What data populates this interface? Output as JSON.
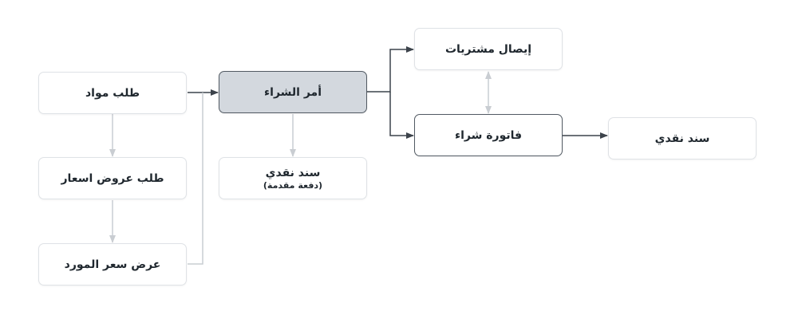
{
  "nodes": {
    "material_request": {
      "label": "طلب مواد"
    },
    "request_for_quotation": {
      "label": "طلب عروض اسعار"
    },
    "supplier_quotation": {
      "label": "عرض سعر المورد"
    },
    "purchase_order": {
      "label": "أمر الشراء"
    },
    "advance_payment": {
      "label": "سند نقدي",
      "sublabel": "(دفعة مقدمة)"
    },
    "purchase_receipt": {
      "label": "إيصال مشتريات"
    },
    "purchase_invoice": {
      "label": "فاتورة شراء"
    },
    "payment_entry": {
      "label": "سند نقدي"
    }
  },
  "colors": {
    "dark_line": "#3c434b",
    "light_line": "#c9cdd2",
    "active_fill": "#d3d8de"
  }
}
